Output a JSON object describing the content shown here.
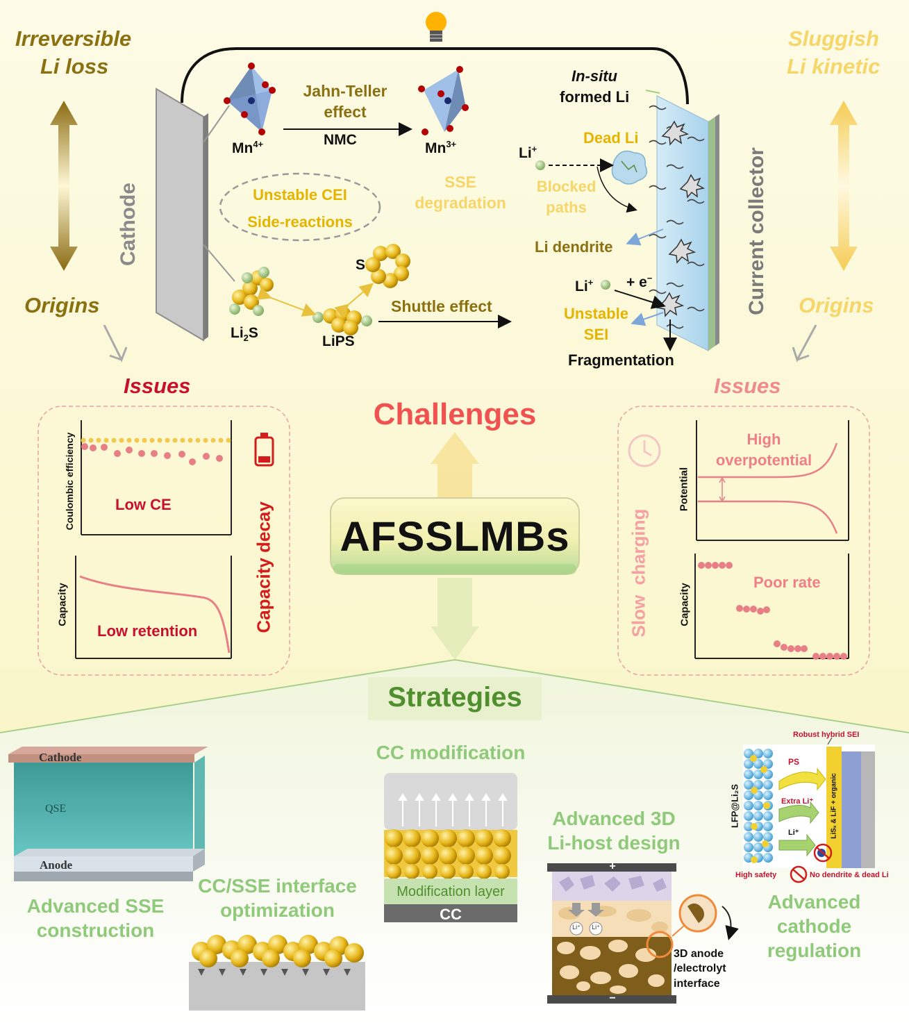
{
  "top": {
    "left_title_1": "Irreversible",
    "left_title_2": "Li loss",
    "right_title_1": "Sluggish",
    "right_title_2": "Li kinetic",
    "origins_left": "Origins",
    "origins_right": "Origins",
    "issues_left": "Issues",
    "issues_right": "Issues",
    "cathode": "Cathode",
    "current_collector": "Current collector",
    "mn4": "Mn",
    "mn4_sup": "4+",
    "mn3": "Mn",
    "mn3_sup": "3+",
    "jahn_teller_1": "Jahn-Teller",
    "jahn_teller_2": "effect",
    "nmc": "NMC",
    "sse_degradation_1": "SSE",
    "sse_degradation_2": "degradation",
    "unstable_cei": "Unstable CEI",
    "side_reactions": "Side-reactions",
    "s_label": "S",
    "li2s_label": "Li",
    "li2s_sub": "2",
    "li2s_tail": "S",
    "lips_label": "LiPS",
    "shuttle_effect": "Shuttle effect",
    "in_situ_1": "In-situ",
    "in_situ_2": "formed Li",
    "dead_li": "Dead Li",
    "li_plus": "Li",
    "li_plus_sup": "+",
    "blocked_1": "Blocked",
    "blocked_2": "paths",
    "li_dendrite": "Li dendrite",
    "li_plus_2": "Li",
    "li_plus_2_sup": "+",
    "e_minus": "+ e",
    "e_minus_sup": "−",
    "unstable_sei_1": "Unstable",
    "unstable_sei_2": "SEI",
    "fragmentation": "Fragmentation"
  },
  "center": {
    "challenges": "Challenges",
    "afsslmbs": "AFSSLMBs",
    "strategies": "Strategies"
  },
  "left_issues": {
    "ce_axis": "Coulombic efficiency",
    "low_ce": "Low CE",
    "capacity_axis": "Capacity",
    "low_retention": "Low retention",
    "capacity_decay": "Capacity decay"
  },
  "right_issues": {
    "potential_axis": "Potential",
    "high_overpotential_1": "High",
    "high_overpotential_2": "overpotential",
    "capacity_axis": "Capacity",
    "poor_rate": "Poor rate",
    "slow_charging": "Slow  charging"
  },
  "strategies": {
    "sse_cathode": "Cathode",
    "sse_qse": "QSE",
    "sse_anode": "Anode",
    "adv_sse_1": "Advanced SSE",
    "adv_sse_2": "construction",
    "cc_sse_1": "CC/SSE interface",
    "cc_sse_2": "optimization",
    "cc_mod_title": "CC modification",
    "mod_layer": "Modification layer",
    "cc": "CC",
    "li_host_1": "Advanced 3D",
    "li_host_2": "Li-host design",
    "host_plus": "+",
    "host_minus": "−",
    "host_li1": "Li⁺",
    "host_li2": "Li⁺",
    "host_anode_1": "3D anode",
    "host_anode_2": "/electrolyt",
    "host_anode_3": "interface",
    "cathode_reg_1": "Advanced",
    "cathode_reg_2": "cathode",
    "cathode_reg_3": "regulation",
    "robust_sei": "Robust hybrid SEI",
    "ps": "PS",
    "extra_li": "Extra Li⁺",
    "li_plus_small": "Li⁺",
    "lfp_label": "LFP@Li₂S",
    "sei_comp": "LiSₓ & LiF + organic",
    "high_safety": "High safety",
    "no_dendrite": "No dendrite & dead Li"
  },
  "colors": {
    "olive": "#8a7010",
    "gold": "#e5b400",
    "red": "#d31c1c",
    "pink": "#e87f86",
    "green_text": "#8fc97a",
    "dark_green": "#4f8f2e"
  }
}
